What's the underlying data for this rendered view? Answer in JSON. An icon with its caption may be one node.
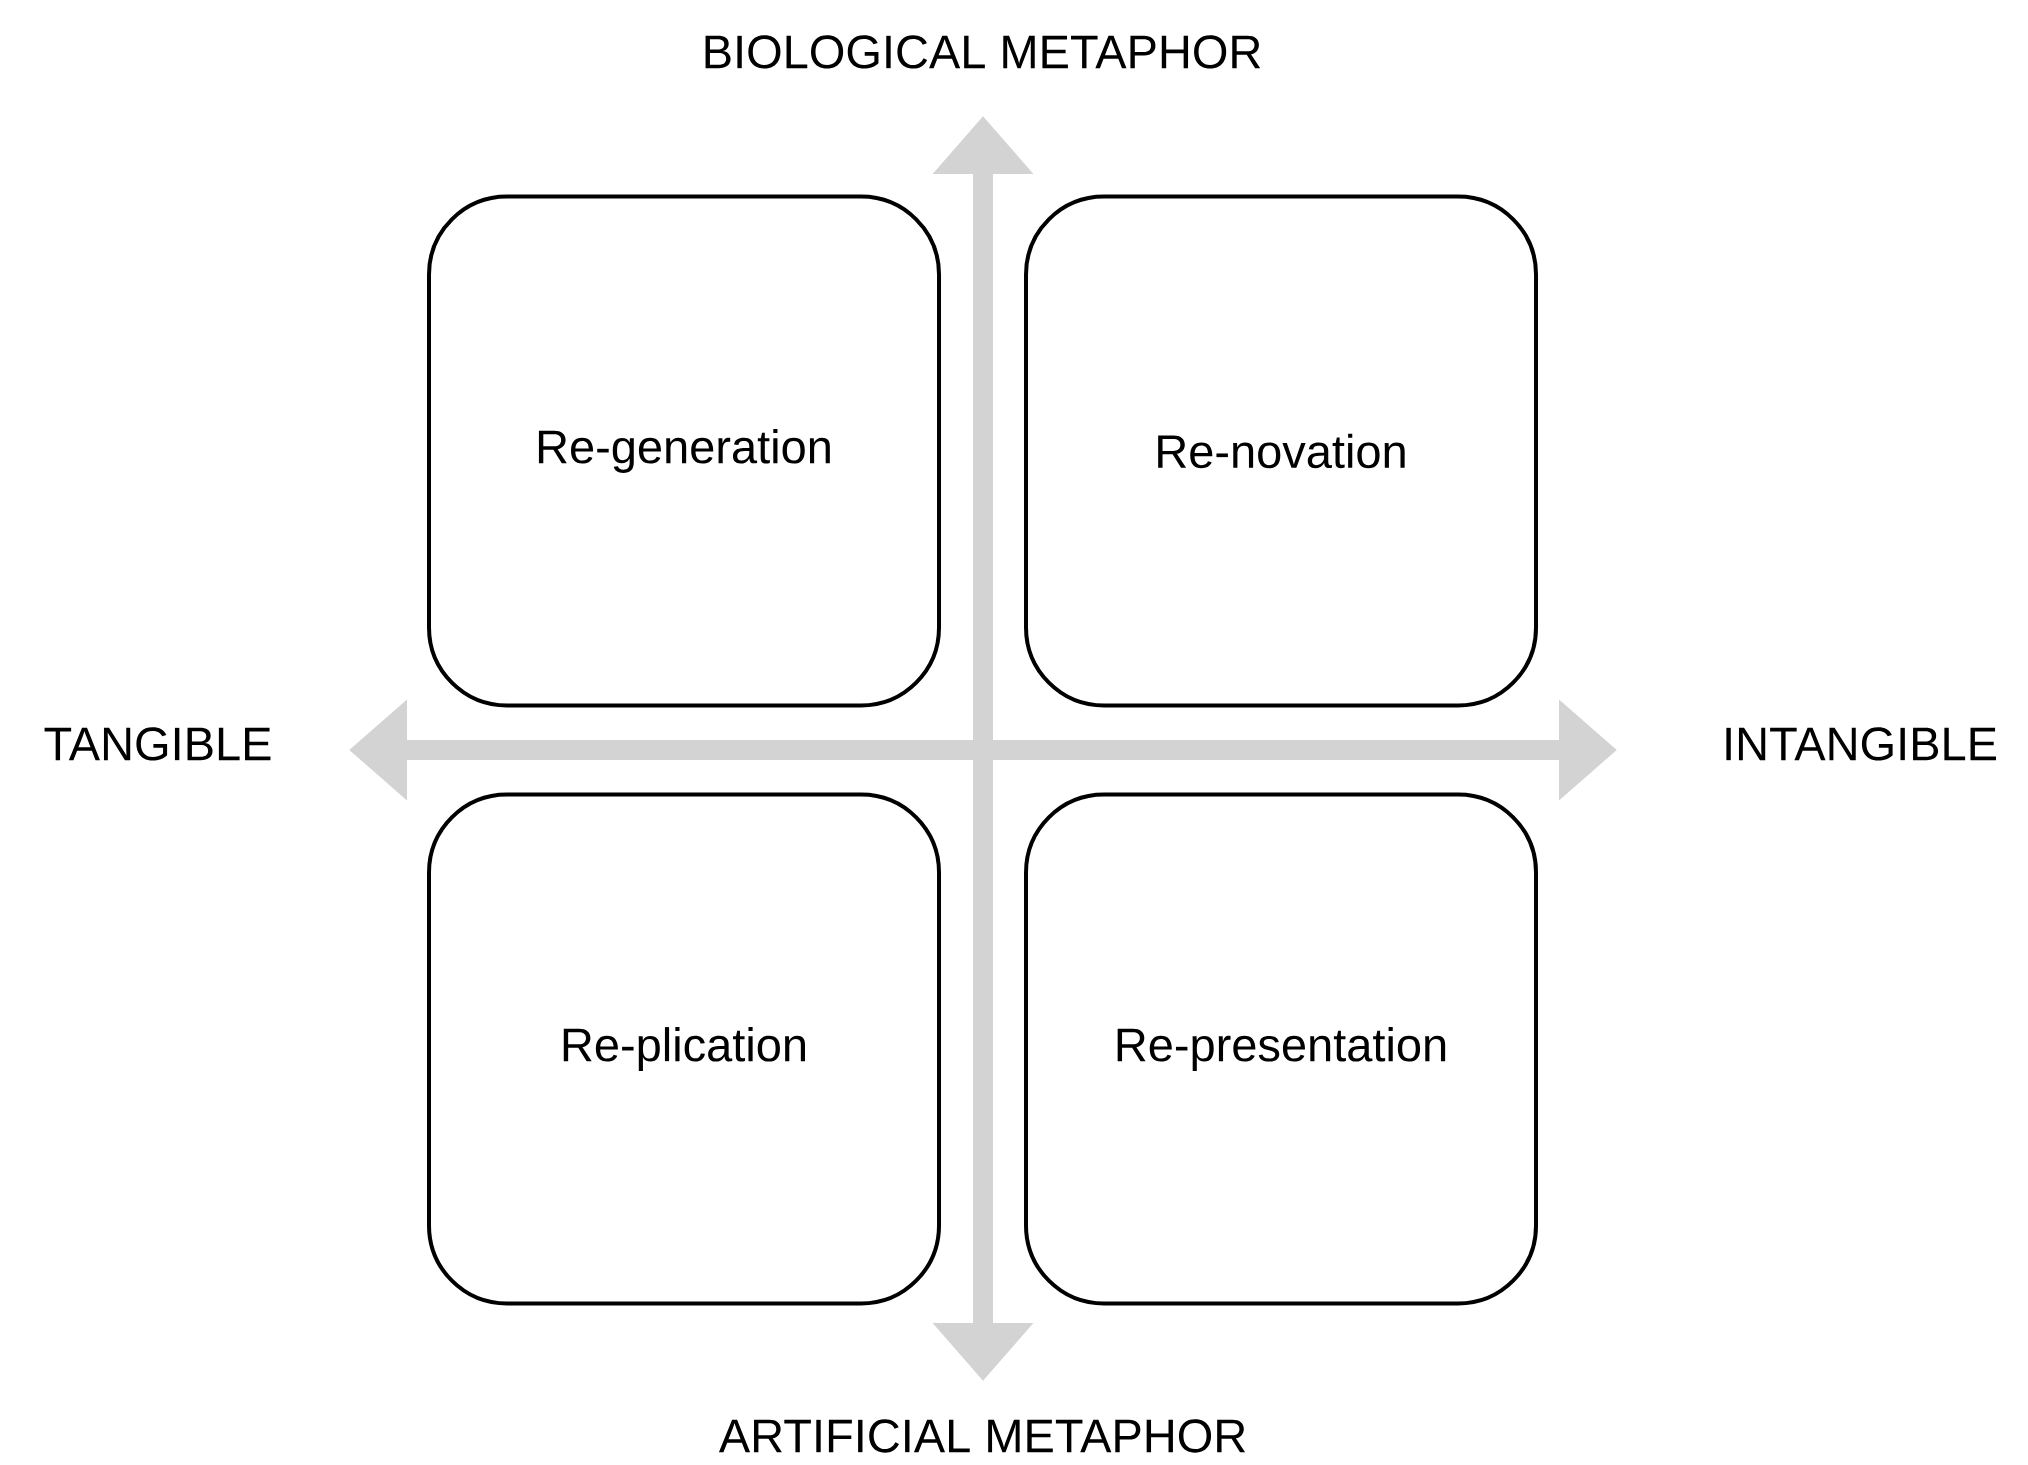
{
  "diagram": {
    "nodes": [
      {
        "text": [
          "Re-generation"
        ]
      },
      {
        "text": [
          "Re-novation"
        ]
      },
      {
        "text": [
          "Re-plication"
        ]
      },
      {
        "text": [
          "Re-presentation"
        ]
      }
    ],
    "labels": [
      "BIOLOGICAL METAPHOR",
      "TANGIBLE",
      "INTANGIBLE",
      "ARTIFICIAL METAPHOR"
    ]
  }
}
